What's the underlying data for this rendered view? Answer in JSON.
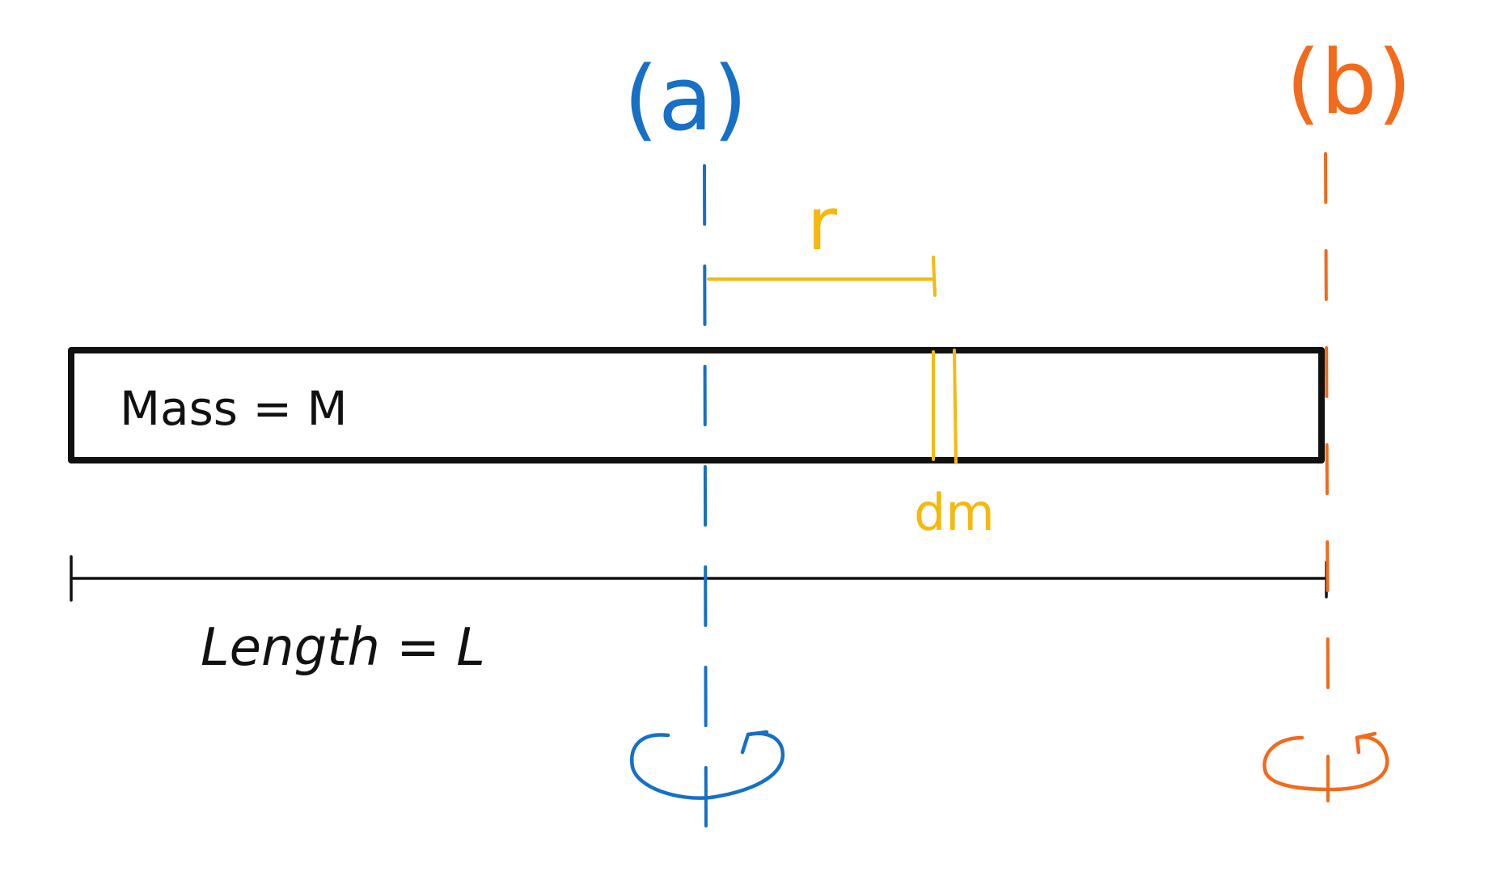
{
  "colors": {
    "ink": "#111111",
    "axis_a": "#1570c6",
    "axis_b": "#f26a1b",
    "element": "#f5b90e",
    "background": "#ffffff"
  },
  "rod": {
    "mass_label": "Mass = M",
    "length_label": "Length = L"
  },
  "axes": {
    "a": {
      "label": "(a)"
    },
    "b": {
      "label": "(b)"
    }
  },
  "element": {
    "distance_label": "r",
    "mass_element_label": "dm"
  },
  "icons": {
    "rotation_a": "rotation-arrow-icon",
    "rotation_b": "rotation-arrow-icon"
  }
}
